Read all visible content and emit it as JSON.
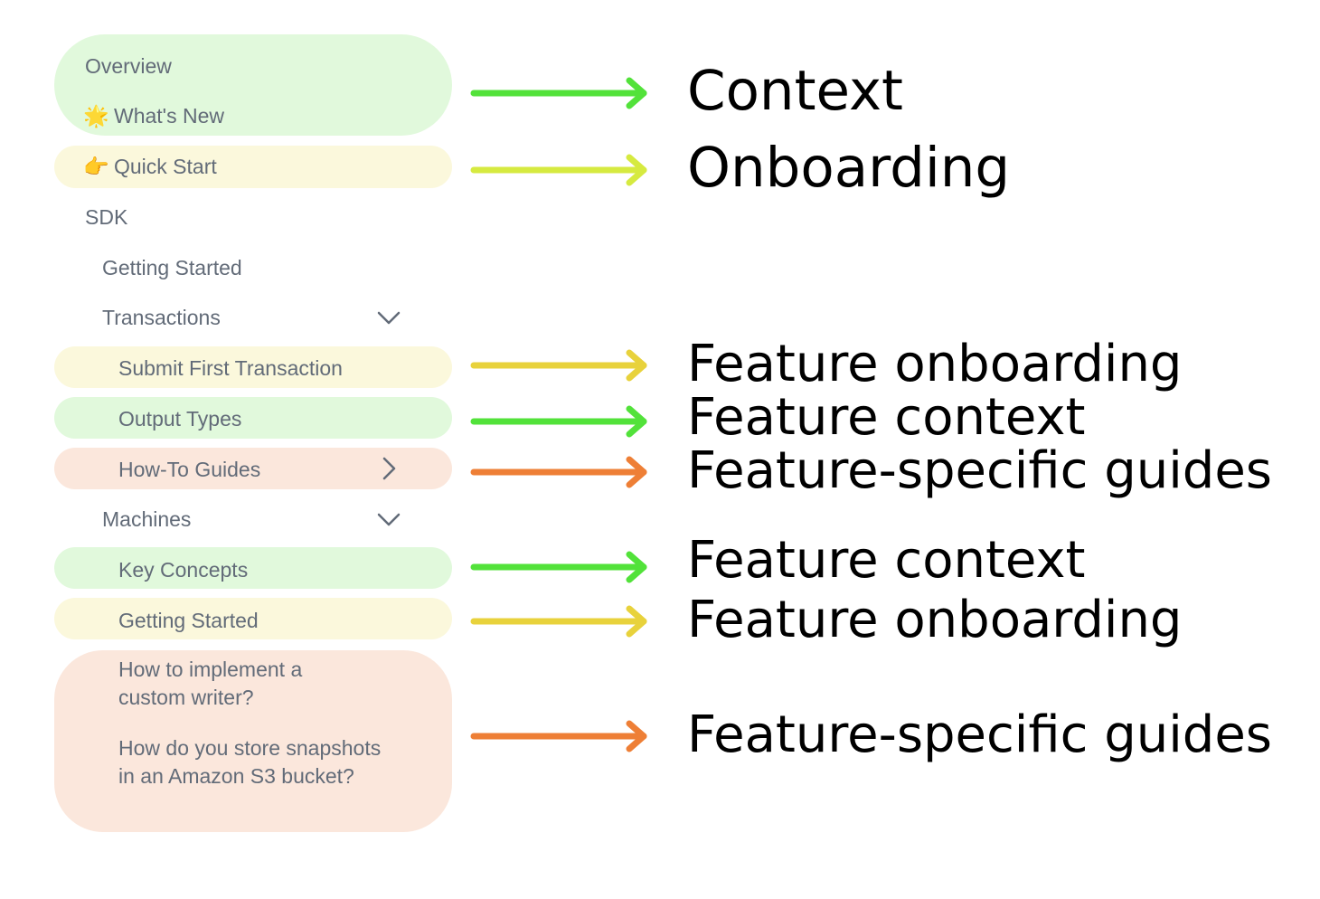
{
  "colors": {
    "context_fill": "#e1f9dc",
    "onboarding_fill": "#fbf8dc",
    "guides_fill": "#fbe7dc",
    "context_arrow": "#52e23a",
    "onboarding_arrow": "#d6ea40",
    "feature_onboarding_arrow": "#e8d23c",
    "guides_arrow": "#ee7f36",
    "nav_text": "#626b78",
    "label_text": "#000000"
  },
  "sidebar": {
    "overview": "Overview",
    "whats_new": {
      "icon": "star-icon",
      "glyph": "🌟",
      "label": "What's New"
    },
    "quick_start": {
      "icon": "pointing-hand-icon",
      "glyph": "👉",
      "label": "Quick Start"
    },
    "sdk": "SDK",
    "getting_started": "Getting Started",
    "transactions": {
      "label": "Transactions",
      "chevron": "chevron-down-icon"
    },
    "submit_first_transaction": "Submit First Transaction",
    "output_types": "Output Types",
    "how_to_guides": {
      "label": "How-To Guides",
      "chevron": "chevron-right-icon"
    },
    "machines": {
      "label": "Machines",
      "chevron": "chevron-down-icon"
    },
    "key_concepts": "Key Concepts",
    "machines_getting_started": "Getting Started",
    "custom_writer": "How to implement a custom writer?",
    "s3_snapshots": "How do you store snapshots in an Amazon S3 bucket?"
  },
  "annotations": {
    "context": "Context",
    "onboarding": "Onboarding",
    "feature_onboarding_1": "Feature onboarding",
    "feature_context_1": "Feature context",
    "feature_guides_1": "Feature-specific guides",
    "feature_context_2": "Feature context",
    "feature_onboarding_2": "Feature onboarding",
    "feature_guides_2": "Feature-specific guides"
  }
}
